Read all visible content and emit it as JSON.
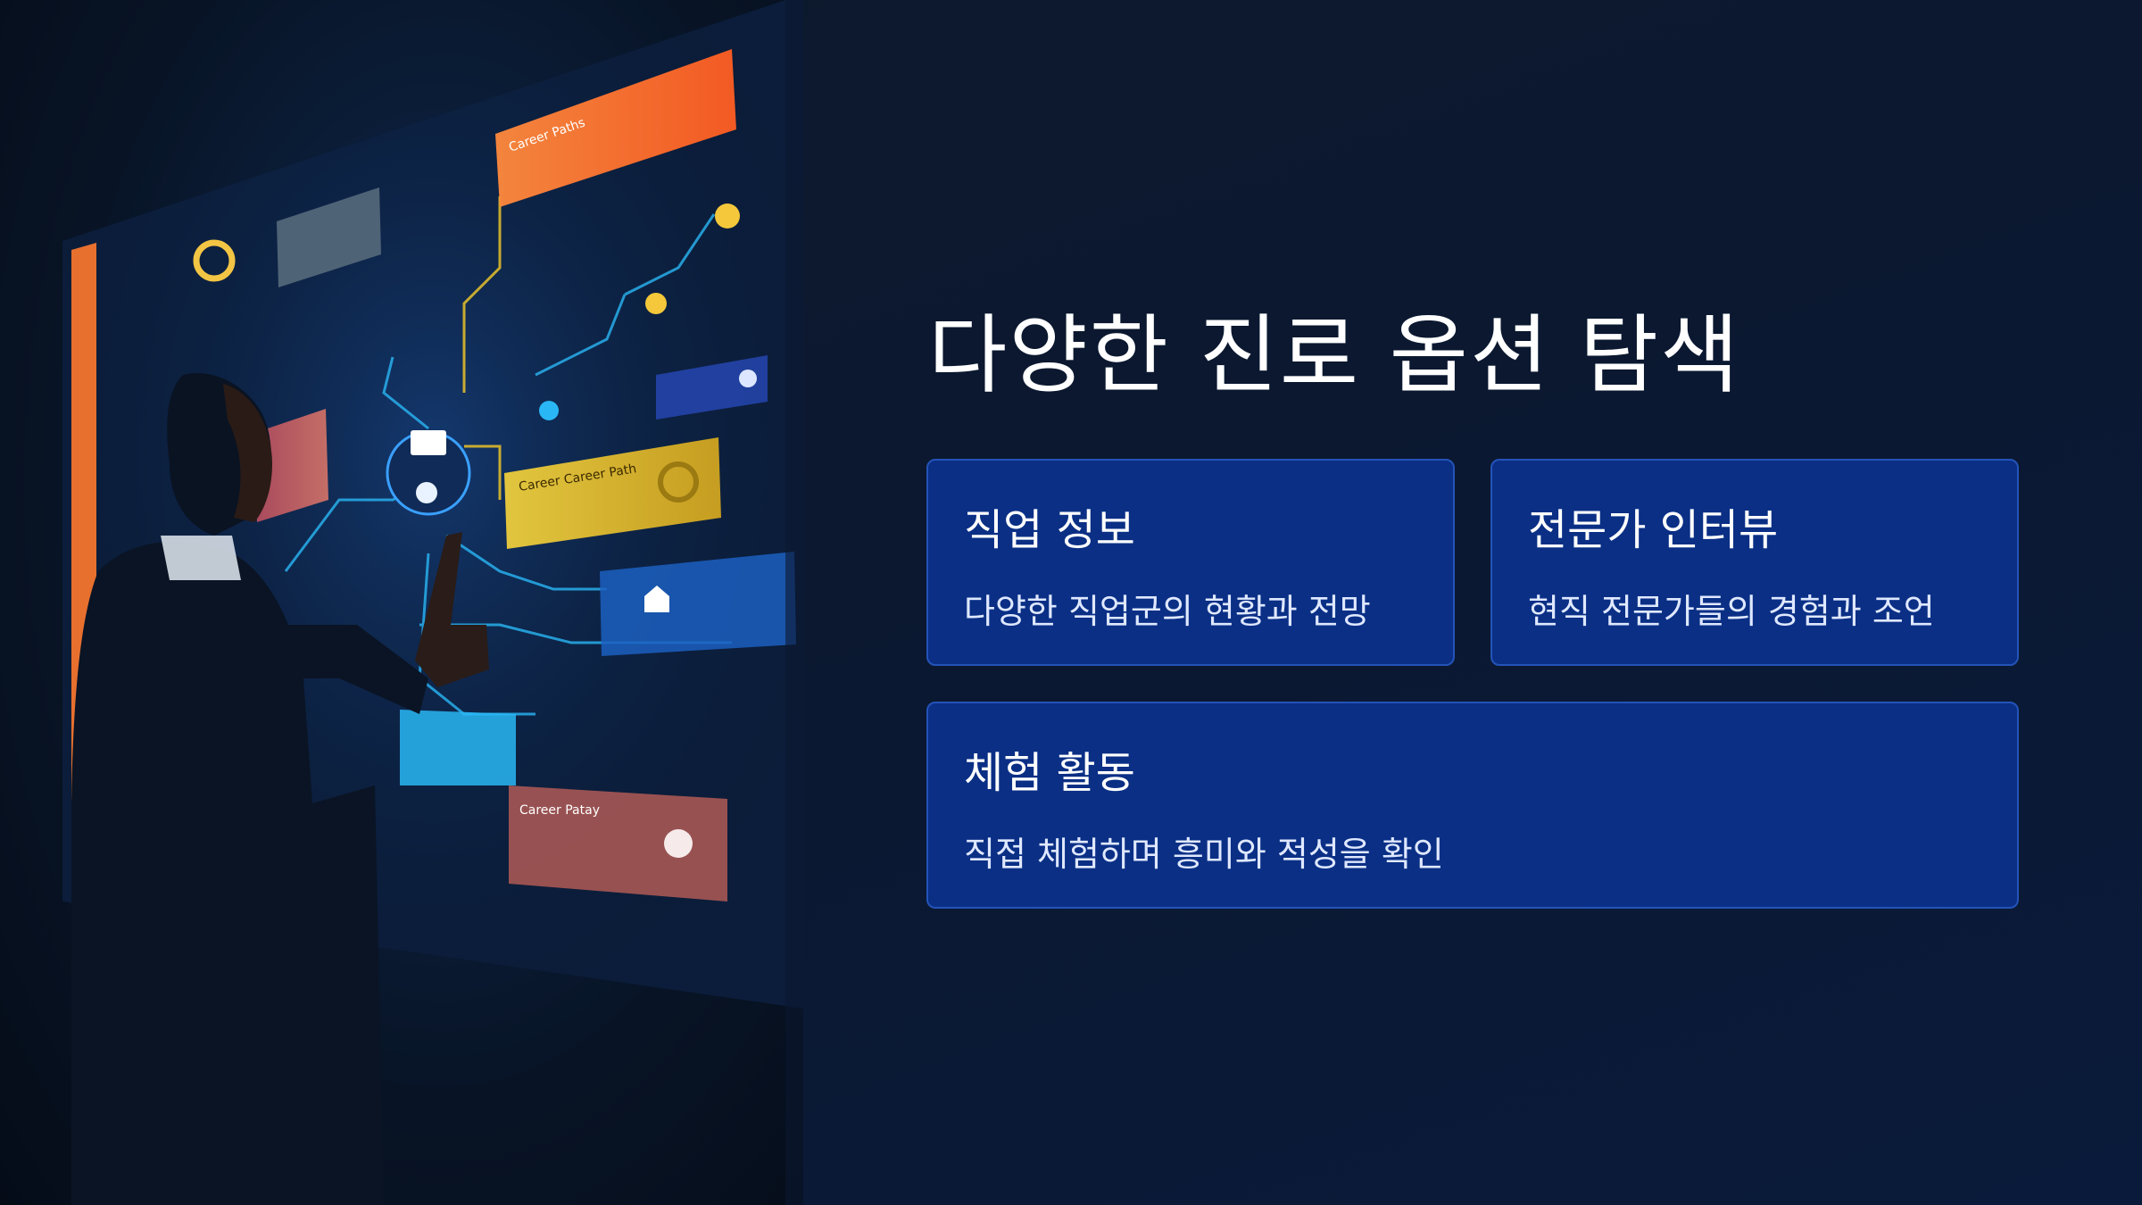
{
  "slide": {
    "title": "다양한 진로 옵션 탐색",
    "cards": [
      {
        "title": "직업 정보",
        "description": "다양한 직업군의 현황과 전망"
      },
      {
        "title": "전문가 인터뷰",
        "description": "현직 전문가들의 경험과 조언"
      },
      {
        "title": "체험 활동",
        "description": "직접 체험하며 흥미와 적성을 확인"
      }
    ],
    "illustration": {
      "panels": [
        "Career Paths",
        "Career Career Path",
        "Career Patay"
      ],
      "icons": [
        "mail-icon",
        "people-icon",
        "gear-icon",
        "home-icon",
        "person-icon",
        "group-icon"
      ]
    }
  },
  "colors": {
    "background": "#0b1830",
    "card_fill": "#0a2f85",
    "card_border": "#2453b8",
    "title_text": "#ffffff",
    "accent_orange": "#ff7a2f",
    "accent_yellow": "#e8c22a",
    "accent_cyan": "#2ab7f5",
    "accent_red": "#e2596a"
  }
}
